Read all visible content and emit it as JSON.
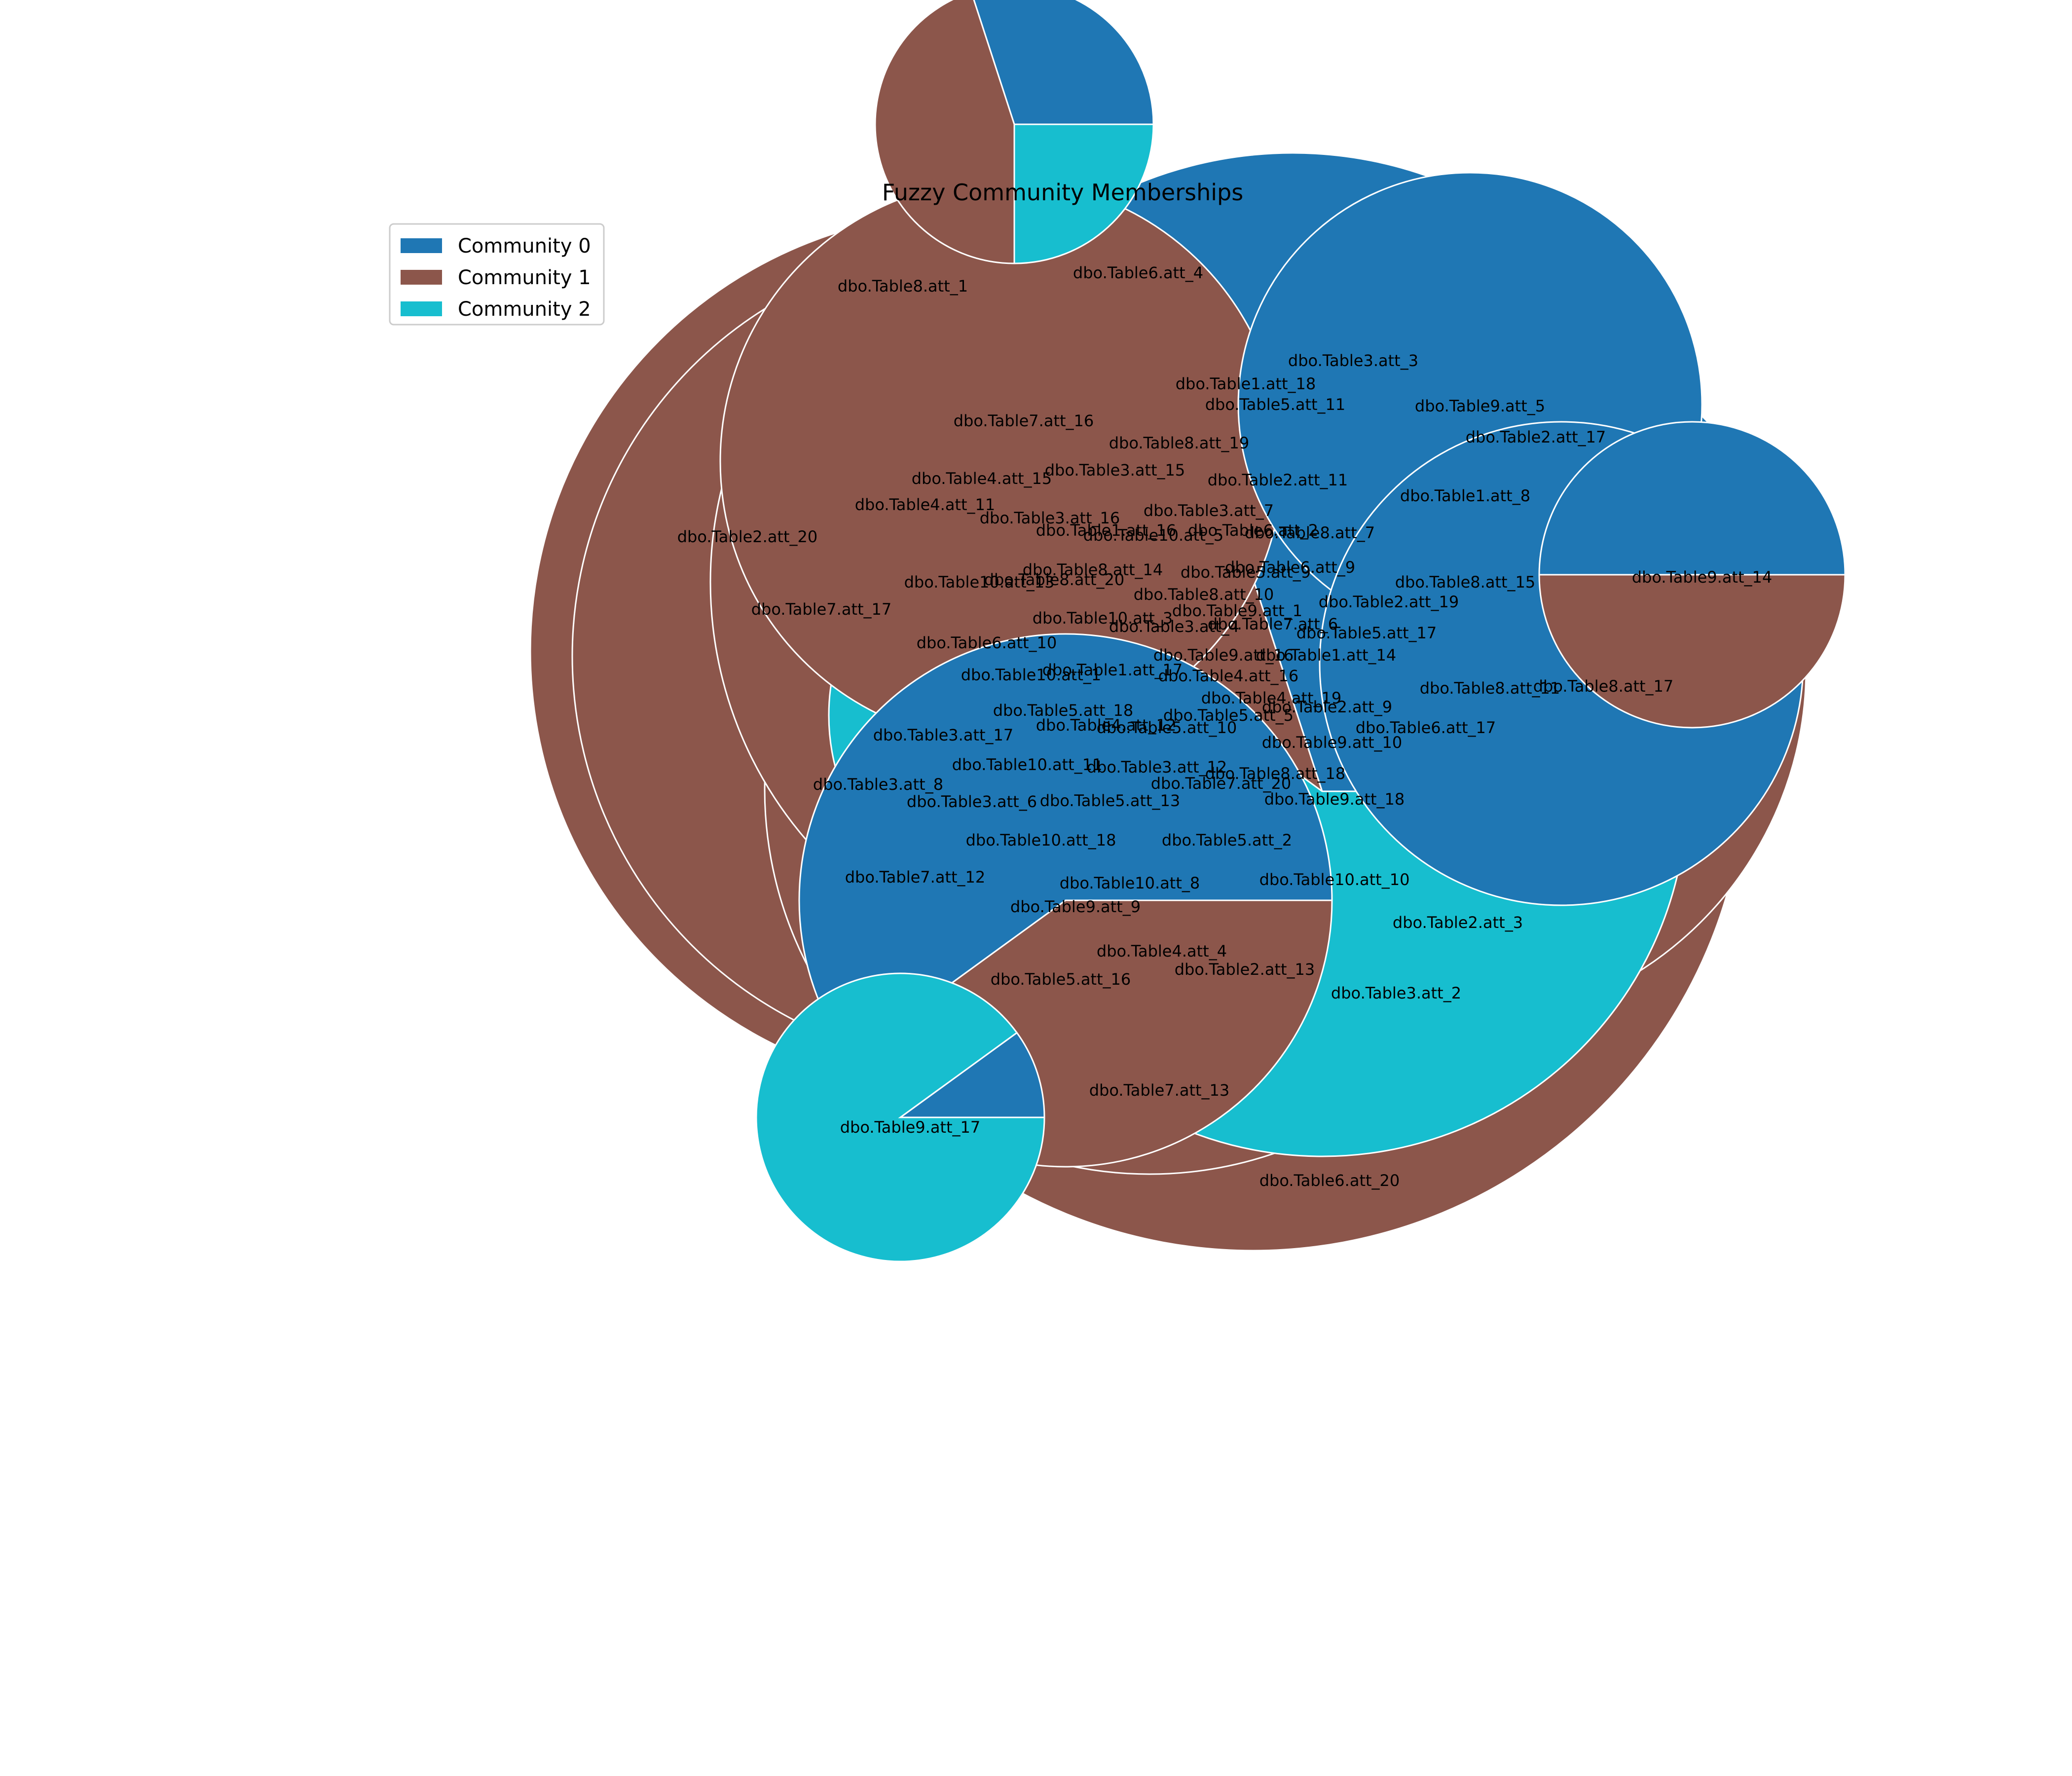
{
  "chart_data": {
    "type": "fuzzy-community-pie-graph",
    "title": "Fuzzy Community Memberships",
    "legend_placement": "upper-left",
    "communities": [
      {
        "name": "Community 0",
        "color": "#1f77b4"
      },
      {
        "name": "Community 1",
        "color": "#8c564b"
      },
      {
        "name": "Community 2",
        "color": "#17becf"
      }
    ],
    "node_labels": [
      "dbo.Table8.att_1",
      "dbo.Table6.att_4",
      "dbo.Table3.att_3",
      "dbo.Table1.att_18",
      "dbo.Table5.att_11",
      "dbo.Table9.att_5",
      "dbo.Table7.att_16",
      "dbo.Table2.att_17",
      "dbo.Table8.att_19",
      "dbo.Table3.att_15",
      "dbo.Table4.att_15",
      "dbo.Table2.att_11",
      "dbo.Table1.att_8",
      "dbo.Table4.att_11",
      "dbo.Table3.att_7",
      "dbo.Table3.att_16",
      "dbo.Table1.att_16",
      "dbo.Table6.att_2",
      "dbo.Table8.att_7",
      "dbo.Table10.att_5",
      "dbo.Table2.att_20",
      "dbo.Table9.att_14",
      "dbo.Table8.att_14",
      "dbo.Table6.att_9",
      "dbo.Table5.att_9",
      "dbo.Table10.att_13",
      "dbo.Table8.att_20",
      "dbo.Table8.att_15",
      "dbo.Table8.att_10",
      "dbo.Table2.att_19",
      "dbo.Table9.att_1",
      "dbo.Table7.att_17",
      "dbo.Table10.att_3",
      "dbo.Table3.att_4",
      "dbo.Table7.att_6",
      "dbo.Table5.att_17",
      "dbo.Table6.att_10",
      "dbo.Table9.att_16",
      "dbo.Table1.att_14",
      "dbo.Table1.att_17",
      "dbo.Table4.att_16",
      "dbo.Table10.att_1",
      "dbo.Table8.att_11",
      "dbo.Table8.att_17",
      "dbo.Table4.att_19",
      "dbo.Table5.att_18",
      "dbo.Table2.att_9",
      "dbo.Table5.att_5",
      "dbo.Table4.att_12",
      "dbo.Table5.att_10",
      "dbo.Table6.att_17",
      "dbo.Table3.att_17",
      "dbo.Table9.att_10",
      "dbo.Table10.att_11",
      "dbo.Table3.att_12",
      "dbo.Table8.att_18",
      "dbo.Table3.att_8",
      "dbo.Table7.att_20",
      "dbo.Table3.att_6",
      "dbo.Table5.att_13",
      "dbo.Table9.att_18",
      "dbo.Table10.att_18",
      "dbo.Table5.att_2",
      "dbo.Table7.att_12",
      "dbo.Table10.att_8",
      "dbo.Table10.att_10",
      "dbo.Table9.att_9",
      "dbo.Table2.att_3",
      "dbo.Table4.att_4",
      "dbo.Table2.att_13",
      "dbo.Table5.att_16",
      "dbo.Table3.att_2",
      "dbo.Table7.att_13",
      "dbo.Table9.att_17",
      "dbo.Table6.att_20"
    ],
    "pie_nodes": [
      {
        "label": "dbo.Table4.att_15",
        "memberships": [
          0,
          1,
          0
        ]
      },
      {
        "label": "dbo.Table2.att_20",
        "memberships": [
          0,
          1,
          0
        ]
      },
      {
        "label": "dbo.Table7.att_17",
        "memberships": [
          0,
          1,
          0
        ]
      },
      {
        "label": "dbo.Table3.att_17",
        "memberships": [
          0,
          1,
          0
        ]
      },
      {
        "label": "dbo.Table10.att_13",
        "memberships": [
          0,
          1,
          0
        ]
      },
      {
        "label": "dbo.Table3.att_8",
        "memberships": [
          0,
          1,
          0
        ]
      },
      {
        "label": "dbo.Table6.att_10",
        "memberships": [
          0,
          1,
          0
        ]
      },
      {
        "label": "dbo.Table1.att_18",
        "memberships": [
          1,
          0,
          0
        ]
      },
      {
        "label": "dbo.Table9.att_10",
        "memberships": [
          0.5,
          0.5,
          0
        ]
      },
      {
        "label": "dbo.Table9.att_1",
        "memberships": [
          1,
          0,
          0
        ]
      },
      {
        "label": "dbo.Table10.att_8",
        "memberships": [
          0,
          0,
          1
        ]
      },
      {
        "label": "dbo.Table9.att_18",
        "memberships": [
          0.6,
          0.4,
          0
        ]
      },
      {
        "label": "dbo.Table10.att_10",
        "memberships": [
          0.3,
          0.1,
          0.6
        ]
      },
      {
        "label": "dbo.Table8.att_1",
        "memberships": [
          0,
          1,
          0
        ]
      },
      {
        "label": "dbo.Table3.att_3",
        "memberships": [
          1,
          0,
          0
        ]
      },
      {
        "label": "dbo.Table8.att_11",
        "memberships": [
          1,
          0,
          0
        ]
      },
      {
        "label": "dbo.Table9.att_14",
        "memberships": [
          0.5,
          0.5,
          0
        ]
      },
      {
        "label": "dbo.Table6.att_4",
        "memberships": [
          0.3,
          0.45,
          0.25
        ]
      },
      {
        "label": "dbo.Table10.att_11",
        "memberships": [
          0.6,
          0.4,
          0
        ]
      },
      {
        "label": "dbo.Table9.att_17",
        "memberships": [
          0.1,
          0,
          0.9
        ]
      }
    ]
  }
}
